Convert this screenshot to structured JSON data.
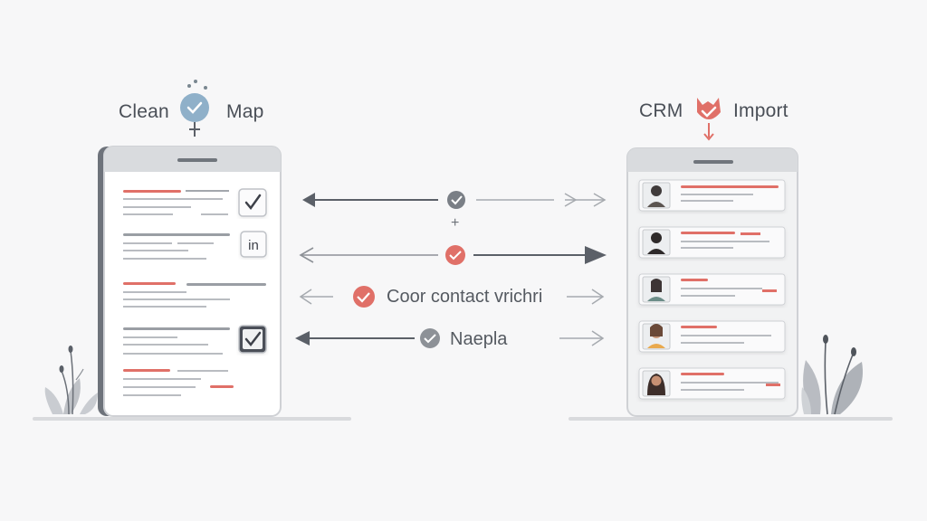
{
  "left_panel": {
    "label_left": "Clean",
    "label_right": "Map",
    "badge_icons": [
      "check-icon",
      "linkedin-icon",
      "check-icon"
    ],
    "badge_text_in": "in"
  },
  "right_panel": {
    "label_left": "CRM",
    "label_right": "Import",
    "contact_count": 5
  },
  "flows": [
    {
      "text": "",
      "icon": "gray-check-icon"
    },
    {
      "text": "",
      "icon": "red-check-icon"
    },
    {
      "text": "Coor contact vrichri",
      "icon": "red-check-icon"
    },
    {
      "text": "Naepla",
      "icon": "gray-check-icon"
    }
  ],
  "plus_sign": "+",
  "colors": {
    "accent_red": "#e07068",
    "gray": "#7a7f86",
    "dark_gray": "#5b6068",
    "blue_icon": "#8fb0c9",
    "card_border": "#cfd1d5"
  }
}
